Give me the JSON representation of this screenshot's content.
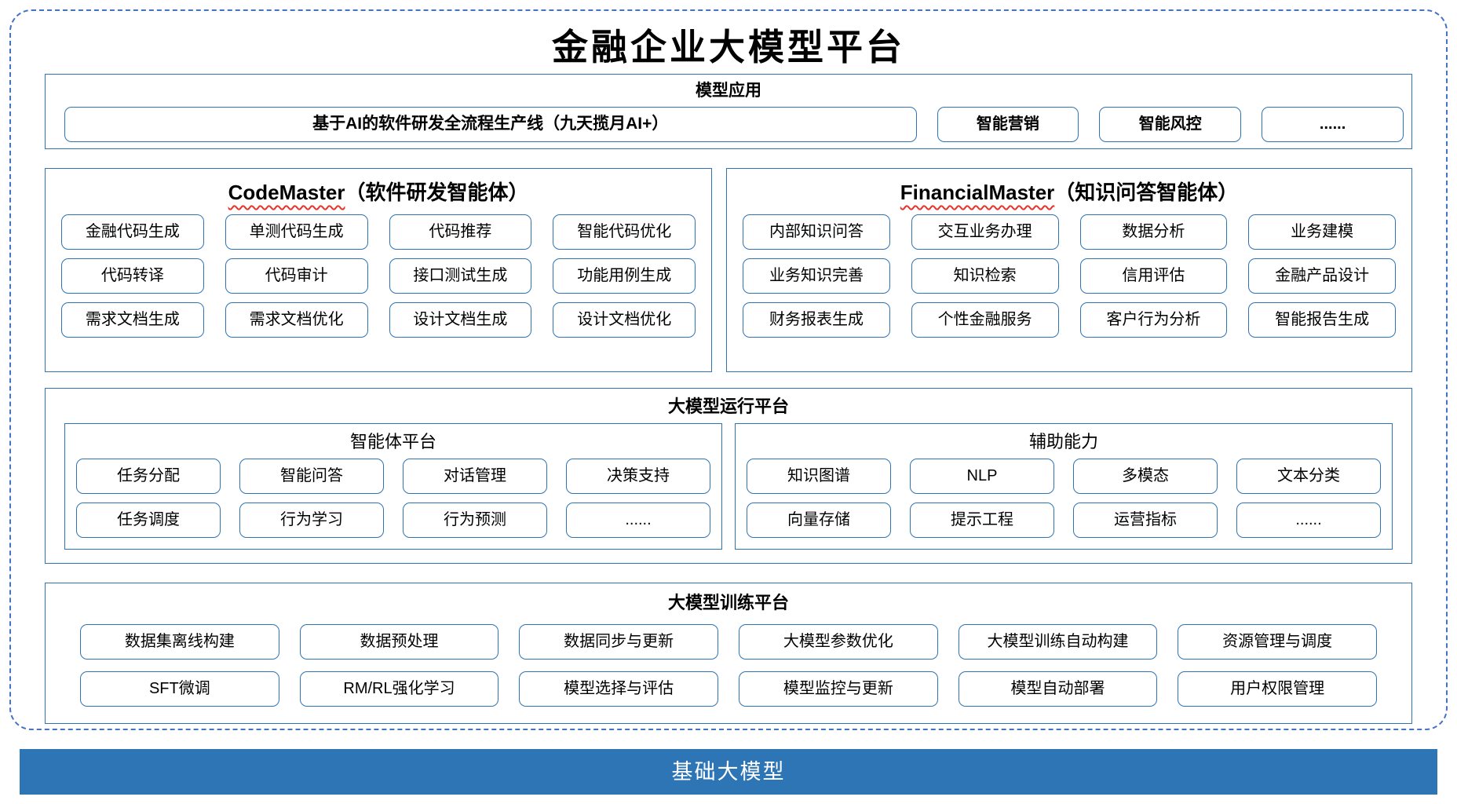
{
  "title": "金融企业大模型平台",
  "colors": {
    "border_blue": "#2E74B5",
    "dashed_border_blue": "#4472C4",
    "foundation_bar_blue": "#2E75B6",
    "squiggle_red": "#E5342B",
    "text_black": "#000000",
    "text_white": "#FFFFFF"
  },
  "model_app": {
    "title": "模型应用",
    "wide_item": "基于AI的软件研发全流程生产线（九天揽月AI+）",
    "items": [
      "智能营销",
      "智能风控",
      "......"
    ]
  },
  "code_master": {
    "title_en": "CodeMaster",
    "title_zh": "（软件研发智能体）",
    "items": [
      "金融代码生成",
      "单测代码生成",
      "代码推荐",
      "智能代码优化",
      "代码转译",
      "代码审计",
      "接口测试生成",
      "功能用例生成",
      "需求文档生成",
      "需求文档优化",
      "设计文档生成",
      "设计文档优化"
    ]
  },
  "financial_master": {
    "title_en": "FinancialMaster",
    "title_zh": "（知识问答智能体）",
    "items": [
      "内部知识问答",
      "交互业务办理",
      "数据分析",
      "业务建模",
      "业务知识完善",
      "知识检索",
      "信用评估",
      "金融产品设计",
      "财务报表生成",
      "个性金融服务",
      "客户行为分析",
      "智能报告生成"
    ]
  },
  "runtime": {
    "title": "大模型运行平台",
    "agent_platform": {
      "title": "智能体平台",
      "items": [
        "任务分配",
        "智能问答",
        "对话管理",
        "决策支持",
        "任务调度",
        "行为学习",
        "行为预测",
        "......"
      ]
    },
    "aux_ability": {
      "title": "辅助能力",
      "items": [
        "知识图谱",
        "NLP",
        "多模态",
        "文本分类",
        "向量存储",
        "提示工程",
        "运营指标",
        "......"
      ]
    }
  },
  "training": {
    "title": "大模型训练平台",
    "items": [
      "数据集离线构建",
      "数据预处理",
      "数据同步与更新",
      "大模型参数优化",
      "大模型训练自动构建",
      "资源管理与调度",
      "SFT微调",
      "RM/RL强化学习",
      "模型选择与评估",
      "模型监控与更新",
      "模型自动部署",
      "用户权限管理"
    ]
  },
  "foundation": {
    "title": "基础大模型"
  }
}
